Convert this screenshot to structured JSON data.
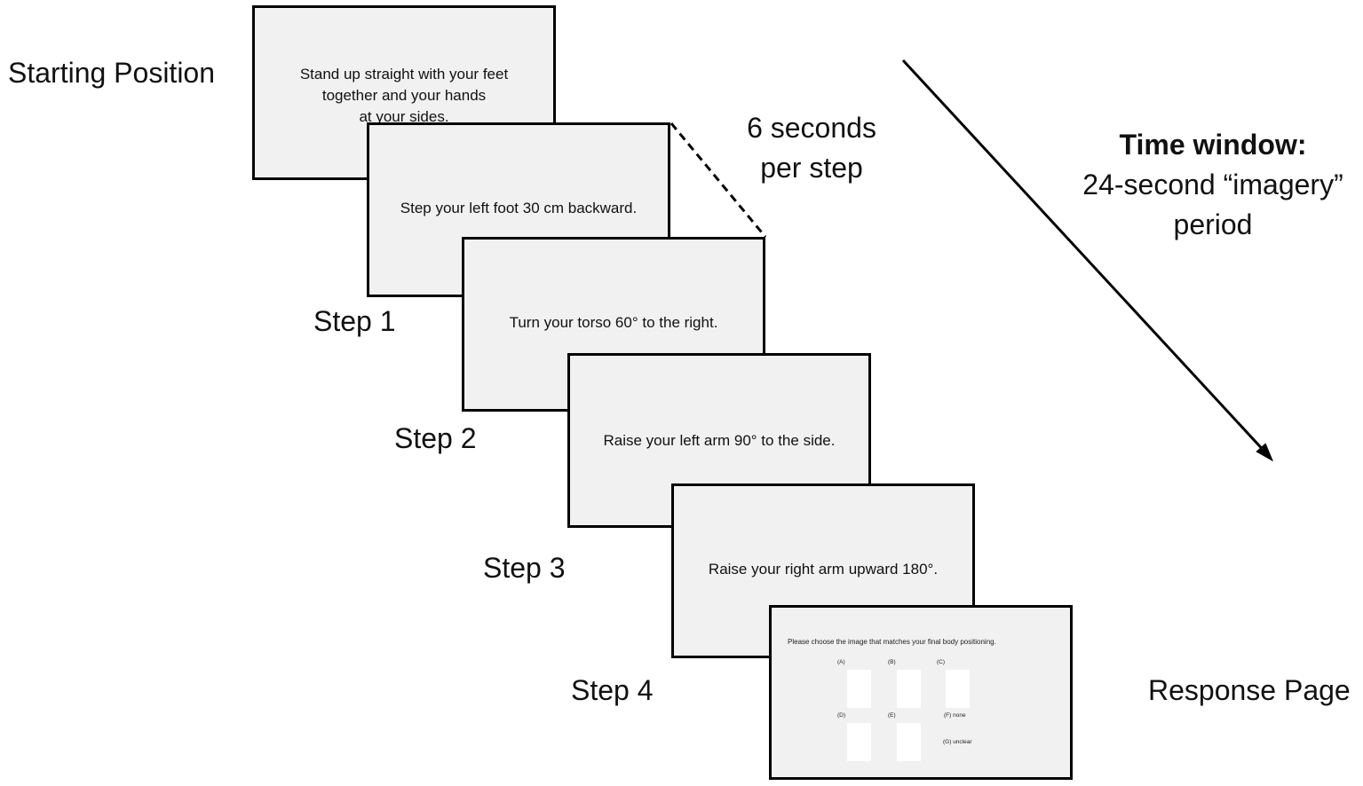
{
  "labels": {
    "starting_position": "Starting Position",
    "step1": "Step 1",
    "step2": "Step 2",
    "step3": "Step 3",
    "step4": "Step 4",
    "response_page": "Response Page"
  },
  "timing": {
    "line1": "6 seconds",
    "line2": "per step"
  },
  "time_window": {
    "title": "Time window:",
    "line1": "24-second “imagery”",
    "line2": "period"
  },
  "cards": {
    "starting": "Stand up straight with your feet\ntogether and your hands\nat your sides.",
    "step1": "Step your left foot 30 cm backward.",
    "step2": "Turn your torso 60° to the right.",
    "step3": "Raise your left arm 90° to the side.",
    "step4": "Raise your right arm upward 180°."
  },
  "response": {
    "prompt": "Please choose the image that matches your final body positioning.",
    "options": {
      "a": "(A)",
      "b": "(B)",
      "c": "(C)",
      "d": "(D)",
      "e": "(E)",
      "f": "(F) none",
      "g": "(G) unclear"
    }
  }
}
